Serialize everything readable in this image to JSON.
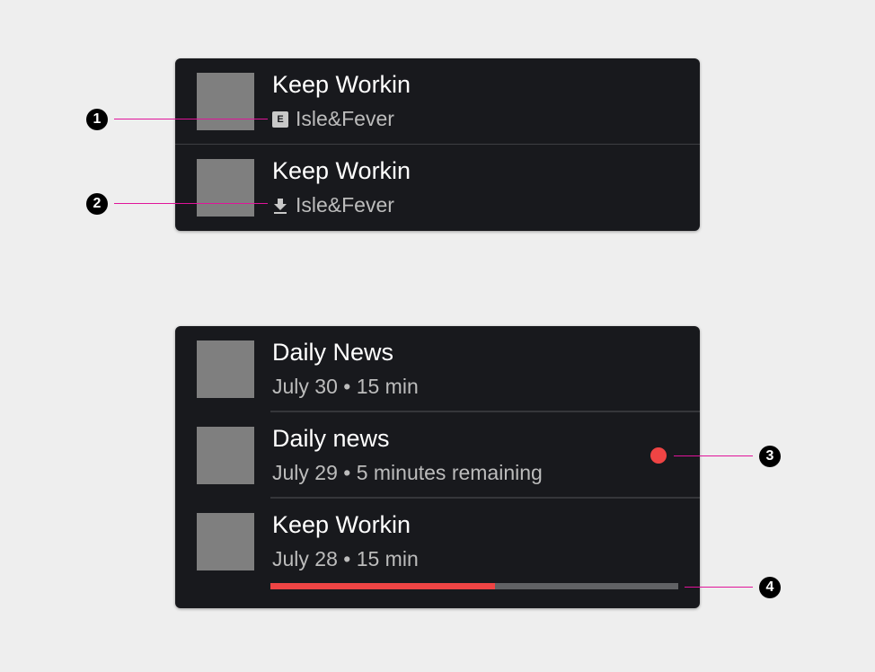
{
  "card1": {
    "items": [
      {
        "title": "Keep Workin",
        "artist": "Isle&Fever",
        "badge": "E",
        "badge_icon": "explicit-icon"
      },
      {
        "title": "Keep Workin",
        "artist": "Isle&Fever",
        "badge_icon": "download-icon"
      }
    ]
  },
  "card2": {
    "items": [
      {
        "title": "Daily News",
        "subtitle": "July 30 • 15 min"
      },
      {
        "title": "Daily news",
        "subtitle": "July 29 • 5 minutes remaining",
        "indicator": "unplayed-dot"
      },
      {
        "title": "Keep Workin",
        "subtitle": "July 28 • 15 min",
        "progress_percent": 55
      }
    ]
  },
  "callouts": [
    "1",
    "2",
    "3",
    "4"
  ],
  "colors": {
    "card_bg": "#18191d",
    "accent_red": "#ef4444",
    "callout_line": "#e0149a",
    "thumb": "#7f7f7f",
    "progress_track": "#616265"
  }
}
